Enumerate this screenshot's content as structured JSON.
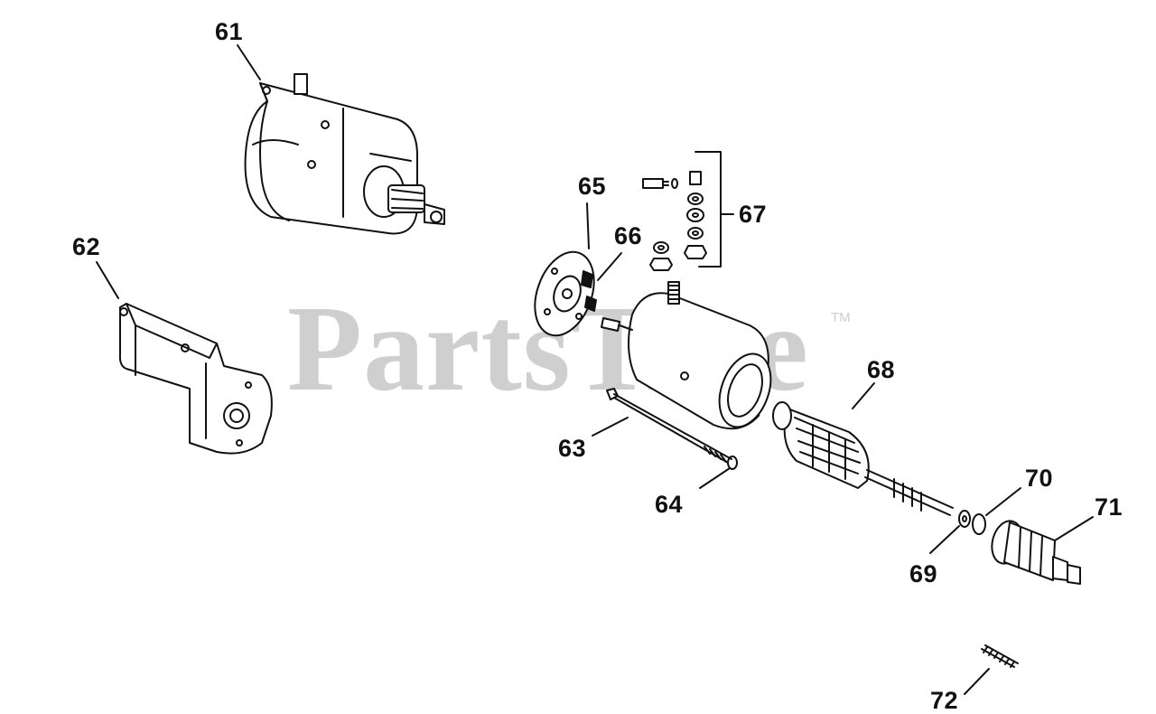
{
  "watermark": {
    "text": "PartsTree",
    "tm": "TM"
  },
  "callouts": {
    "c61": "61",
    "c62": "62",
    "c63": "63",
    "c64": "64",
    "c65": "65",
    "c66": "66",
    "c67": "67",
    "c68": "68",
    "c69": "69",
    "c70": "70",
    "c71": "71",
    "c72": "72"
  },
  "colors": {
    "ink": "#111111",
    "watermark": "#cfcfcf",
    "background": "#ffffff"
  }
}
